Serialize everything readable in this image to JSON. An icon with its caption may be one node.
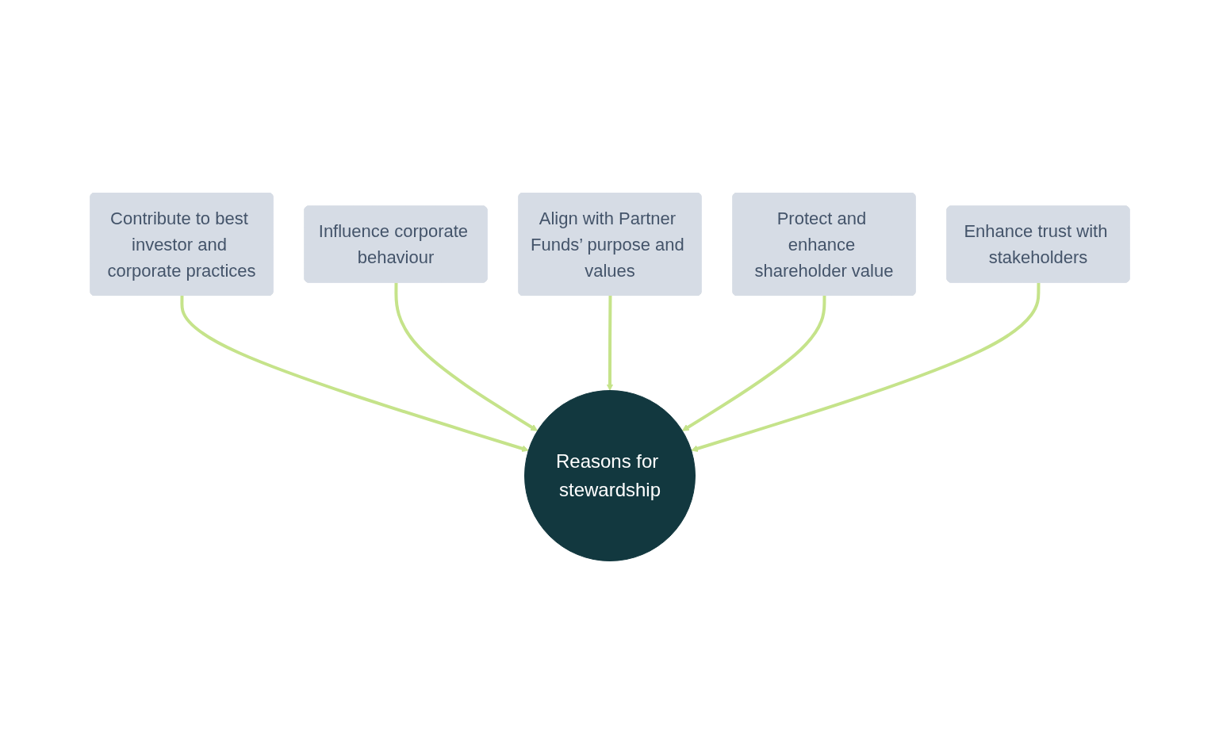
{
  "diagram": {
    "nodes": [
      {
        "text": [
          "Contribute to best investor and corporate practices"
        ]
      },
      {
        "text": [
          "Influence corporate behaviour"
        ]
      },
      {
        "text": [
          "Align with Partner Funds’ purpose and values"
        ]
      },
      {
        "text": [
          "Reasons for stewardship"
        ]
      },
      {
        "text": [
          "Protect and enhance shareholder value"
        ]
      },
      {
        "text": [
          "Enhance trust with stakeholders"
        ]
      }
    ],
    "edges": [
      {
        "from": 0,
        "to": 3,
        "arrow": "to"
      },
      {
        "from": 1,
        "to": 3,
        "arrow": "to"
      },
      {
        "from": 2,
        "to": 3,
        "arrow": "to"
      },
      {
        "from": 4,
        "to": 3,
        "arrow": "to"
      },
      {
        "from": 5,
        "to": 3,
        "arrow": "to"
      }
    ]
  }
}
